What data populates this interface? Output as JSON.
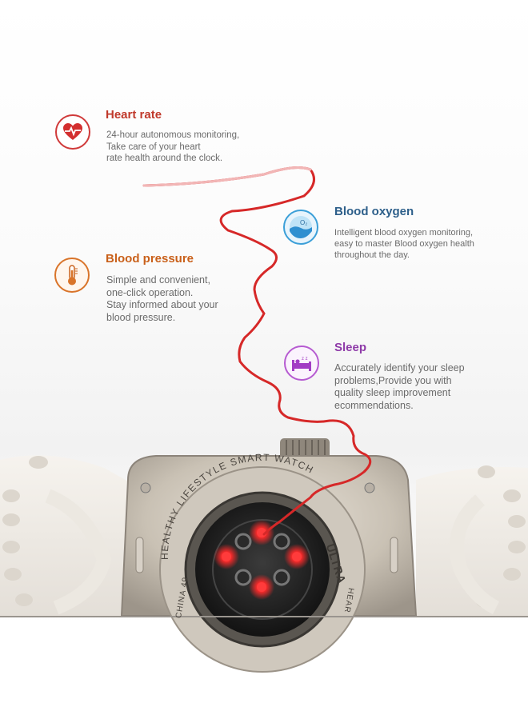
{
  "features": {
    "heart_rate": {
      "title": "Heart rate",
      "lines": [
        "24-hour autonomous monitoring,",
        "Take care of your heart",
        "rate health around the clock."
      ]
    },
    "blood_oxygen": {
      "title": "Blood oxygen",
      "lines": [
        "Intelligent blood oxygen monitoring,",
        "easy to master Blood oxygen health",
        "throughout the day."
      ]
    },
    "blood_pressure": {
      "title": "Blood pressure",
      "lines": [
        "Simple and convenient,",
        "one-click operation.",
        "Stay informed about your",
        "blood pressure."
      ]
    },
    "sleep": {
      "title": "Sleep",
      "lines": [
        "Accurately identify your sleep",
        "problems,Provide you with",
        "quality sleep improvement",
        "ecommendations."
      ]
    }
  },
  "watch_back": {
    "engraving": "HEALTHY LIFESTYLE SMART WATCH",
    "model": "ULTRA",
    "left_text": "CHINA 49",
    "right_text": "HEAR"
  },
  "icons": {
    "heart_rate": "heart-pulse-icon",
    "blood_oxygen": "oxygen-drop-icon",
    "blood_pressure": "thermometer-icon",
    "sleep": "bed-icon"
  },
  "colors": {
    "heart_rate_title": "#c0392b",
    "blood_oxygen_title": "#2d5f8a",
    "blood_pressure_title": "#c9601a",
    "sleep_title": "#8e3aa8",
    "cable": "#d62828",
    "sensor_led": "#ff2a2a"
  }
}
